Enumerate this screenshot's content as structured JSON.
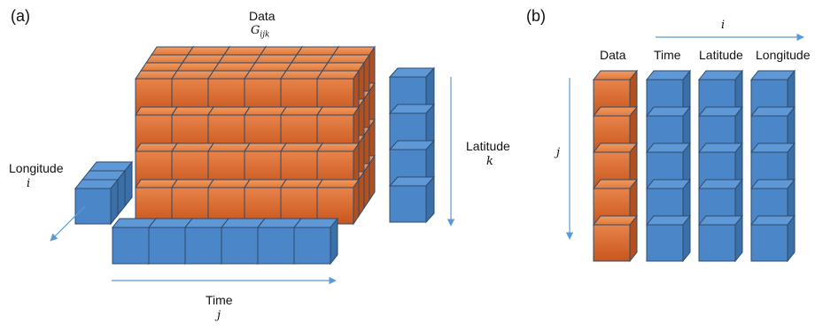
{
  "panel_a": {
    "label": "(a)",
    "data_title": "Data",
    "data_symbol": "G",
    "data_subscript": "ijk",
    "longitude_label": "Longitude",
    "longitude_symbol": "i",
    "latitude_label": "Latitude",
    "latitude_symbol": "k",
    "time_label": "Time",
    "time_symbol": "j"
  },
  "panel_b": {
    "label": "(b)",
    "row_axis_symbol": "i",
    "col_axis_symbol": "j",
    "columns": [
      "Data",
      "Time",
      "Latitude",
      "Longitude"
    ]
  },
  "colors": {
    "orange_face_top": "#E8834A",
    "orange_face_bottom": "#C8561C",
    "orange_side": "#B4501E",
    "blue_face": "#4A86C8",
    "blue_side": "#3A6FA8",
    "edge": "#2E4A6B",
    "arrow": "#5B9BD5"
  }
}
